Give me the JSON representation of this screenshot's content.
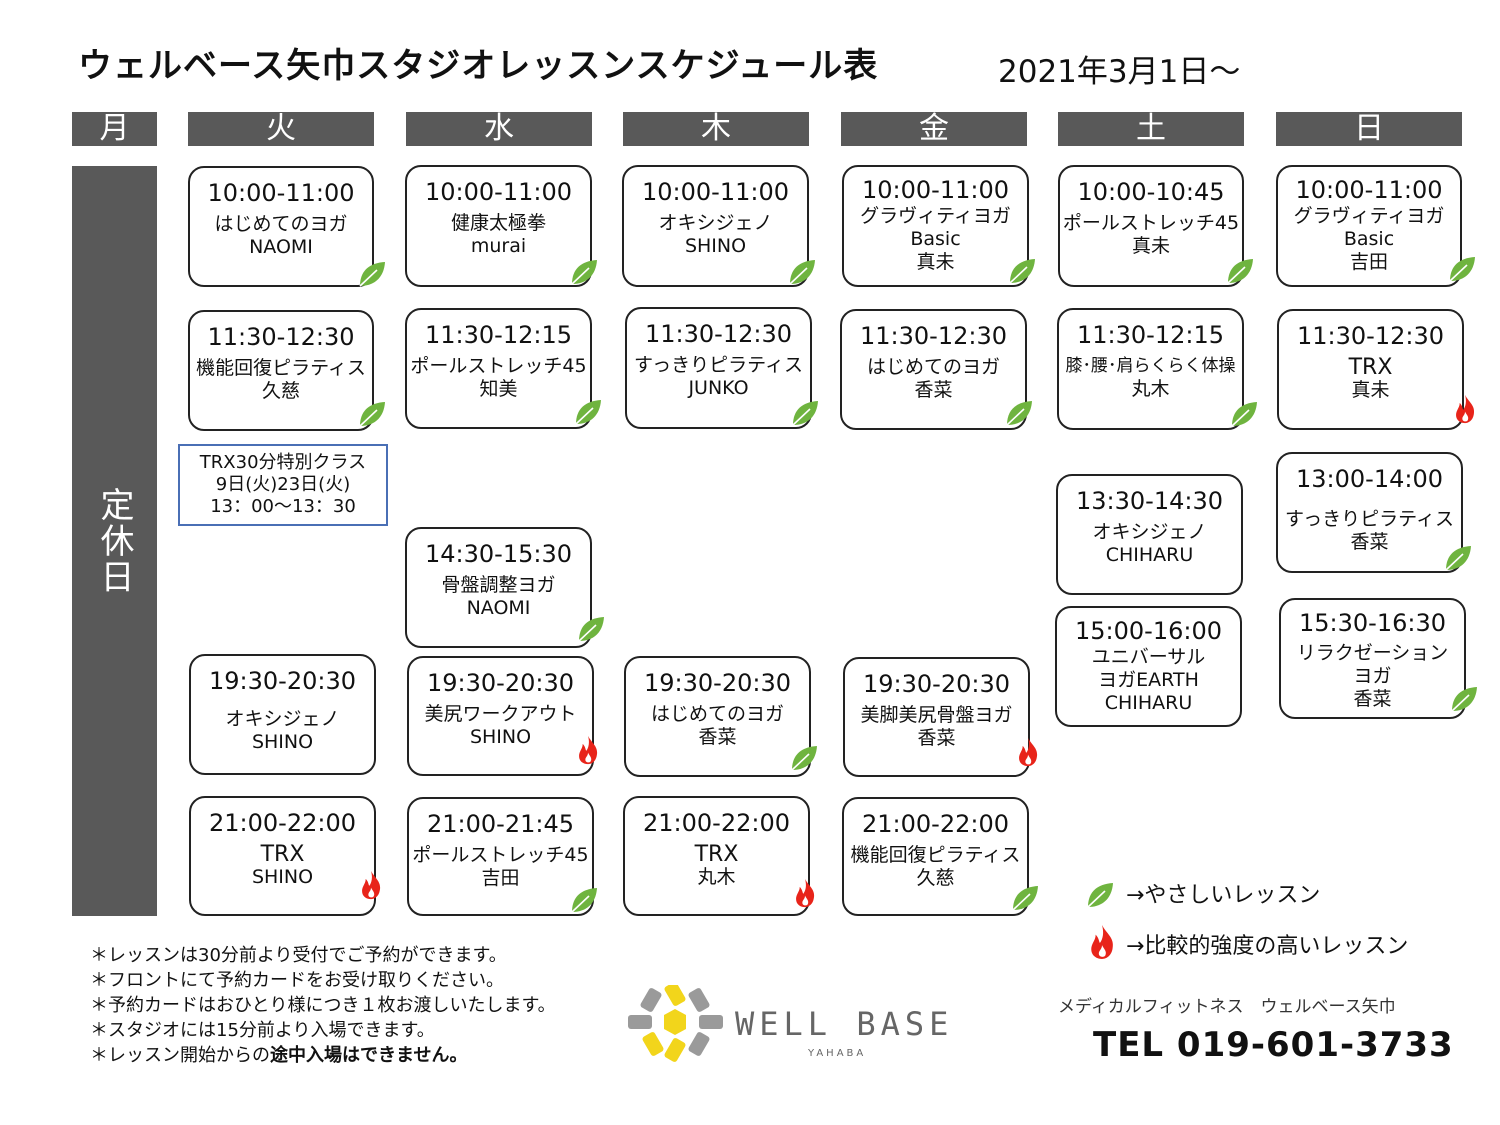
{
  "title": "ウェルベース矢巾スタジオレッスンスケジュール表",
  "date": "2021年3月1日～",
  "days": [
    "月",
    "火",
    "水",
    "木",
    "金",
    "土",
    "日"
  ],
  "closed_label": "定休日",
  "lessons": [
    {
      "time": "10:00-11:00",
      "name": "はじめてのヨガ",
      "instructor": "NAOMI",
      "icon": "leaf-icon"
    },
    {
      "time": "11:30-12:30",
      "name": "機能回復ピラティス",
      "instructor": "久慈",
      "icon": "leaf-icon"
    },
    {
      "time": "19:30-20:30",
      "name": "オキシジェノ",
      "instructor": "SHINO",
      "icon": "none"
    },
    {
      "time": "21:00-22:00",
      "name": "TRX",
      "instructor": "SHINO",
      "icon": "flame-icon"
    },
    {
      "time": "10:00-11:00",
      "name": "健康太極拳",
      "instructor": "murai",
      "icon": "leaf-icon"
    },
    {
      "time": "11:30-12:15",
      "name": "ポールストレッチ45",
      "instructor": "知美",
      "icon": "leaf-icon"
    },
    {
      "time": "14:30-15:30",
      "name": "骨盤調整ヨガ",
      "instructor": "NAOMI",
      "icon": "leaf-icon"
    },
    {
      "time": "19:30-20:30",
      "name": "美尻ワークアウト",
      "instructor": "SHINO",
      "icon": "flame-icon"
    },
    {
      "time": "21:00-21:45",
      "name": "ポールストレッチ45",
      "instructor": "吉田",
      "icon": "leaf-icon"
    },
    {
      "time": "10:00-11:00",
      "name": "オキシジェノ",
      "instructor": "SHINO",
      "icon": "leaf-icon"
    },
    {
      "time": "11:30-12:30",
      "name": "すっきりピラティス",
      "instructor": "JUNKO",
      "icon": "leaf-icon"
    },
    {
      "time": "19:30-20:30",
      "name": "はじめてのヨガ",
      "instructor": "香菜",
      "icon": "leaf-icon"
    },
    {
      "time": "21:00-22:00",
      "name": "TRX",
      "instructor": "丸木",
      "icon": "flame-icon"
    },
    {
      "time": "10:00-11:00",
      "name": "グラヴィティヨガ",
      "name2": "Basic",
      "instructor": "真未",
      "icon": "leaf-icon"
    },
    {
      "time": "11:30-12:30",
      "name": "はじめてのヨガ",
      "instructor": "香菜",
      "icon": "leaf-icon"
    },
    {
      "time": "19:30-20:30",
      "name": "美脚美尻骨盤ヨガ",
      "instructor": "香菜",
      "icon": "flame-icon"
    },
    {
      "time": "21:00-22:00",
      "name": "機能回復ピラティス",
      "instructor": "久慈",
      "icon": "leaf-icon"
    },
    {
      "time": "10:00-10:45",
      "name": "ポールストレッチ45",
      "instructor": "真未",
      "icon": "leaf-icon"
    },
    {
      "time": "11:30-12:15",
      "name": "膝･腰･肩らくらく体操",
      "instructor": "丸木",
      "icon": "leaf-icon"
    },
    {
      "time": "13:30-14:30",
      "name": "オキシジェノ",
      "instructor": "CHIHARU",
      "icon": "none"
    },
    {
      "time": "15:00-16:00",
      "name": "ユニバーサル",
      "name2": "ヨガEARTH",
      "instructor": "CHIHARU",
      "icon": "none"
    },
    {
      "time": "10:00-11:00",
      "name": "グラヴィティヨガ",
      "name2": "Basic",
      "instructor": "吉田",
      "icon": "leaf-icon"
    },
    {
      "time": "11:30-12:30",
      "name": "TRX",
      "instructor": "真未",
      "icon": "flame-icon"
    },
    {
      "time": "13:00-14:00",
      "name": "すっきりピラティス",
      "instructor": "香菜",
      "icon": "leaf-icon"
    },
    {
      "time": "15:30-16:30",
      "name": "リラクゼーション",
      "name2": "ヨガ",
      "instructor": "香菜",
      "icon": "leaf-icon"
    }
  ],
  "special": {
    "line1": "TRX30分特別クラス",
    "line2": "9日(火)23日(火)",
    "line3": "13：00～13：30"
  },
  "legend": {
    "leaf": "→やさしいレッスン",
    "flame": "→比較的強度の高いレッスン"
  },
  "notes": [
    "＊レッスンは30分前より受付でご予約ができます。",
    "＊フロントにて予約カードをお受け取りください。",
    "＊予約カードはおひとり様につき１枚お渡しいたします。",
    "＊スタジオには15分前より入場できます。"
  ],
  "note_last_prefix": "＊レッスン開始からの",
  "note_last_bold": "途中入場はできません。",
  "brand": "WELL BASE",
  "brand_sub": "YAHABA",
  "company": "メディカルフィットネス　ウェルベース矢巾",
  "tel": "TEL 019-601-3733",
  "colors": {
    "header": "#595959",
    "leaf": "#6fb43f",
    "flame": "#e8241a",
    "special_border": "#4a6fb5",
    "logo_yellow": "#f2d51b",
    "logo_gray": "#9a9a9a"
  }
}
